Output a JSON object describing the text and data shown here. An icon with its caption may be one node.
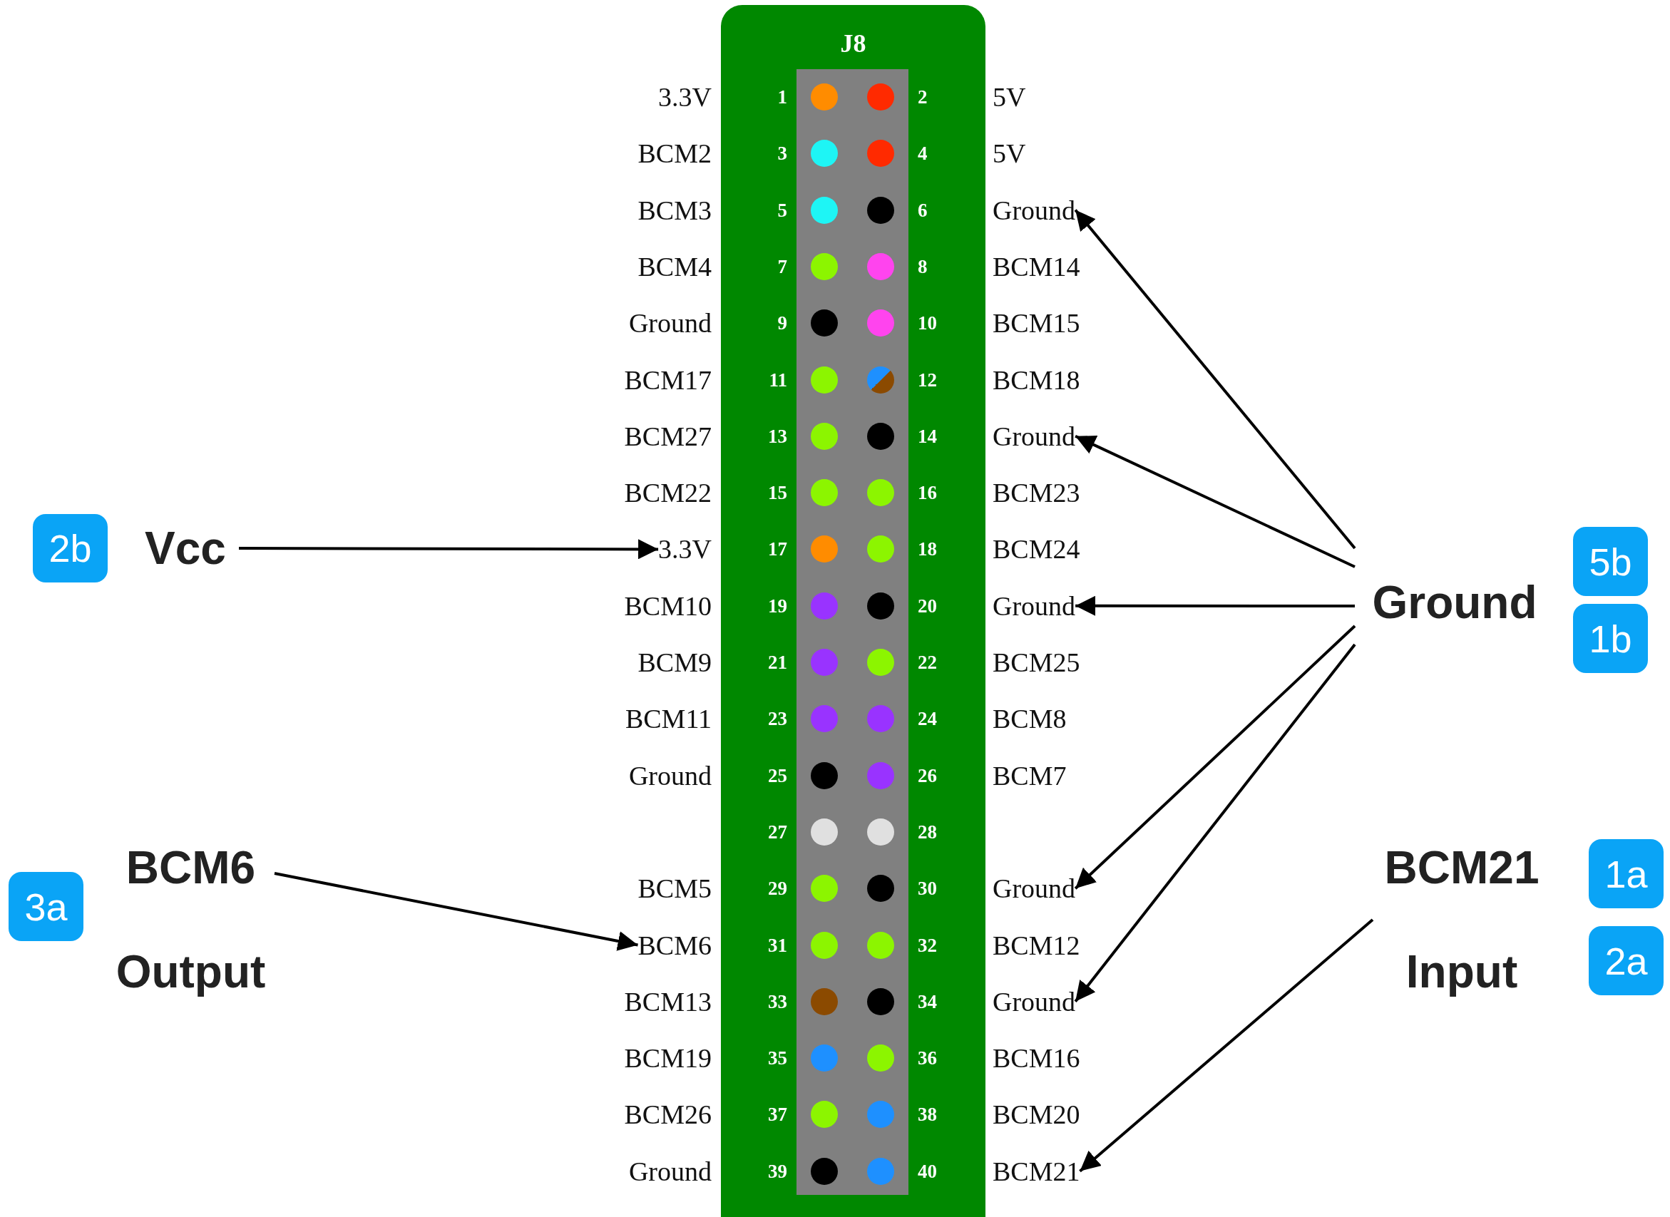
{
  "diagram": {
    "nodes": [
      {
        "text": [
          "J8"
        ]
      },
      {
        "text": [
          "Ground"
        ]
      },
      {
        "text": [
          "Ground"
        ]
      },
      {
        "text": [
          "3.3V"
        ]
      },
      {
        "text": [
          "Ground"
        ]
      },
      {
        "text": [
          "Ground"
        ]
      },
      {
        "text": [
          "BCM6"
        ]
      },
      {
        "text": [
          "Ground"
        ]
      },
      {
        "text": [
          "BCM21"
        ]
      },
      {
        "text": [
          "Vcc"
        ],
        "beside": [
          "2b"
        ]
      },
      {
        "text": [
          "Ground"
        ],
        "beside": [
          "5b",
          "1b"
        ]
      },
      {
        "text": [
          "BCM6",
          "Output"
        ],
        "beside": [
          "3a"
        ]
      },
      {
        "text": [
          "BCM21",
          "Input"
        ],
        "beside": [
          "1a",
          "2a"
        ]
      }
    ],
    "edges": [
      {
        "from": 9,
        "to": 3,
        "arrow": "to"
      },
      {
        "from": 10,
        "to": 1,
        "arrow": "to"
      },
      {
        "from": 10,
        "to": 2,
        "arrow": "to"
      },
      {
        "from": 10,
        "to": 4,
        "arrow": "to"
      },
      {
        "from": 10,
        "to": 5,
        "arrow": "to"
      },
      {
        "from": 10,
        "to": 7,
        "arrow": "to"
      },
      {
        "from": 11,
        "to": 6,
        "arrow": "to"
      },
      {
        "from": 12,
        "to": 8,
        "arrow": "to"
      }
    ],
    "labels": [
      "3.3V",
      "1",
      "2",
      "5V",
      "BCM2",
      "3",
      "4",
      "5V",
      "BCM3",
      "5",
      "6",
      "BCM4",
      "7",
      "8",
      "BCM14",
      "Ground",
      "9",
      "10",
      "BCM15",
      "BCM17",
      "11",
      "12",
      "BCM18",
      "BCM27",
      "13",
      "14",
      "BCM22",
      "15",
      "16",
      "BCM23",
      "17",
      "18",
      "BCM24",
      "BCM10",
      "19",
      "20",
      "BCM9",
      "21",
      "22",
      "BCM25",
      "BCM11",
      "23",
      "24",
      "BCM8",
      "Ground",
      "25",
      "26",
      "BCM7",
      "27",
      "28",
      "BCM5",
      "29",
      "30",
      "31",
      "32",
      "BCM12",
      "BCM13",
      "33",
      "34",
      "BCM19",
      "35",
      "36",
      "BCM16",
      "BCM26",
      "37",
      "38",
      "BCM20",
      "Ground",
      "39",
      "40"
    ]
  }
}
